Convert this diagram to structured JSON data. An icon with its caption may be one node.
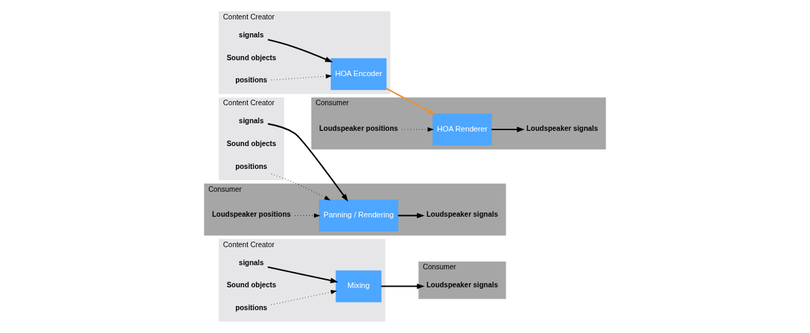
{
  "diagram": {
    "nodes": [
      {
        "text": [
          "Content Creator"
        ]
      },
      {
        "text": [
          "signals"
        ],
        "in": 0
      },
      {
        "text": [
          "positions"
        ],
        "in": 0
      },
      {
        "text": [
          "Mixing"
        ],
        "in": 0
      },
      {
        "text": [
          "Consumer"
        ]
      },
      {
        "text": [
          "Loudspeaker signals"
        ],
        "in": 4
      },
      {
        "text": [
          "Content Creator"
        ]
      },
      {
        "text": [
          "signals"
        ],
        "in": 6
      },
      {
        "text": [
          "positions"
        ],
        "in": 6
      },
      {
        "text": [
          "Consumer"
        ]
      },
      {
        "text": [
          "Panning / Rendering"
        ],
        "in": 9
      },
      {
        "text": [
          "Loudspeaker positions"
        ],
        "in": 9
      },
      {
        "text": [
          "Loudspeaker signals"
        ],
        "in": 9
      },
      {
        "text": [
          "Content Creator"
        ]
      },
      {
        "text": [
          "signals"
        ],
        "in": 13
      },
      {
        "text": [
          "positions"
        ],
        "in": 13
      },
      {
        "text": [
          "HOA Encoder"
        ],
        "in": 13
      },
      {
        "text": [
          "Consumer"
        ]
      },
      {
        "text": [
          "HOA Renderer"
        ],
        "in": 17
      },
      {
        "text": [
          "Loudspeaker positions"
        ],
        "in": 17
      },
      {
        "text": [
          "Loudspeaker signals"
        ],
        "in": 17
      }
    ],
    "edges": [
      {
        "from": 1,
        "to": 3,
        "arrow": "to"
      },
      {
        "from": 2,
        "to": 3,
        "arrow": "to",
        "style": "dashed"
      },
      {
        "from": 3,
        "to": 5,
        "arrow": "to"
      },
      {
        "from": 7,
        "to": 10,
        "arrow": "to"
      },
      {
        "from": 8,
        "to": 10,
        "arrow": "to",
        "style": "dashed"
      },
      {
        "from": 11,
        "to": 10,
        "arrow": "to",
        "style": "dashed"
      },
      {
        "from": 10,
        "to": 12,
        "arrow": "to"
      },
      {
        "from": 14,
        "to": 16,
        "arrow": "to"
      },
      {
        "from": 15,
        "to": 16,
        "arrow": "to",
        "style": "dashed"
      },
      {
        "from": 16,
        "to": 18,
        "arrow": "to",
        "color": "#e8913a"
      },
      {
        "from": 19,
        "to": 18,
        "arrow": "to",
        "style": "dashed"
      },
      {
        "from": 18,
        "to": 20,
        "arrow": "to"
      }
    ],
    "labels": [
      "Sound objects",
      "Sound objects",
      "Sound objects"
    ]
  }
}
